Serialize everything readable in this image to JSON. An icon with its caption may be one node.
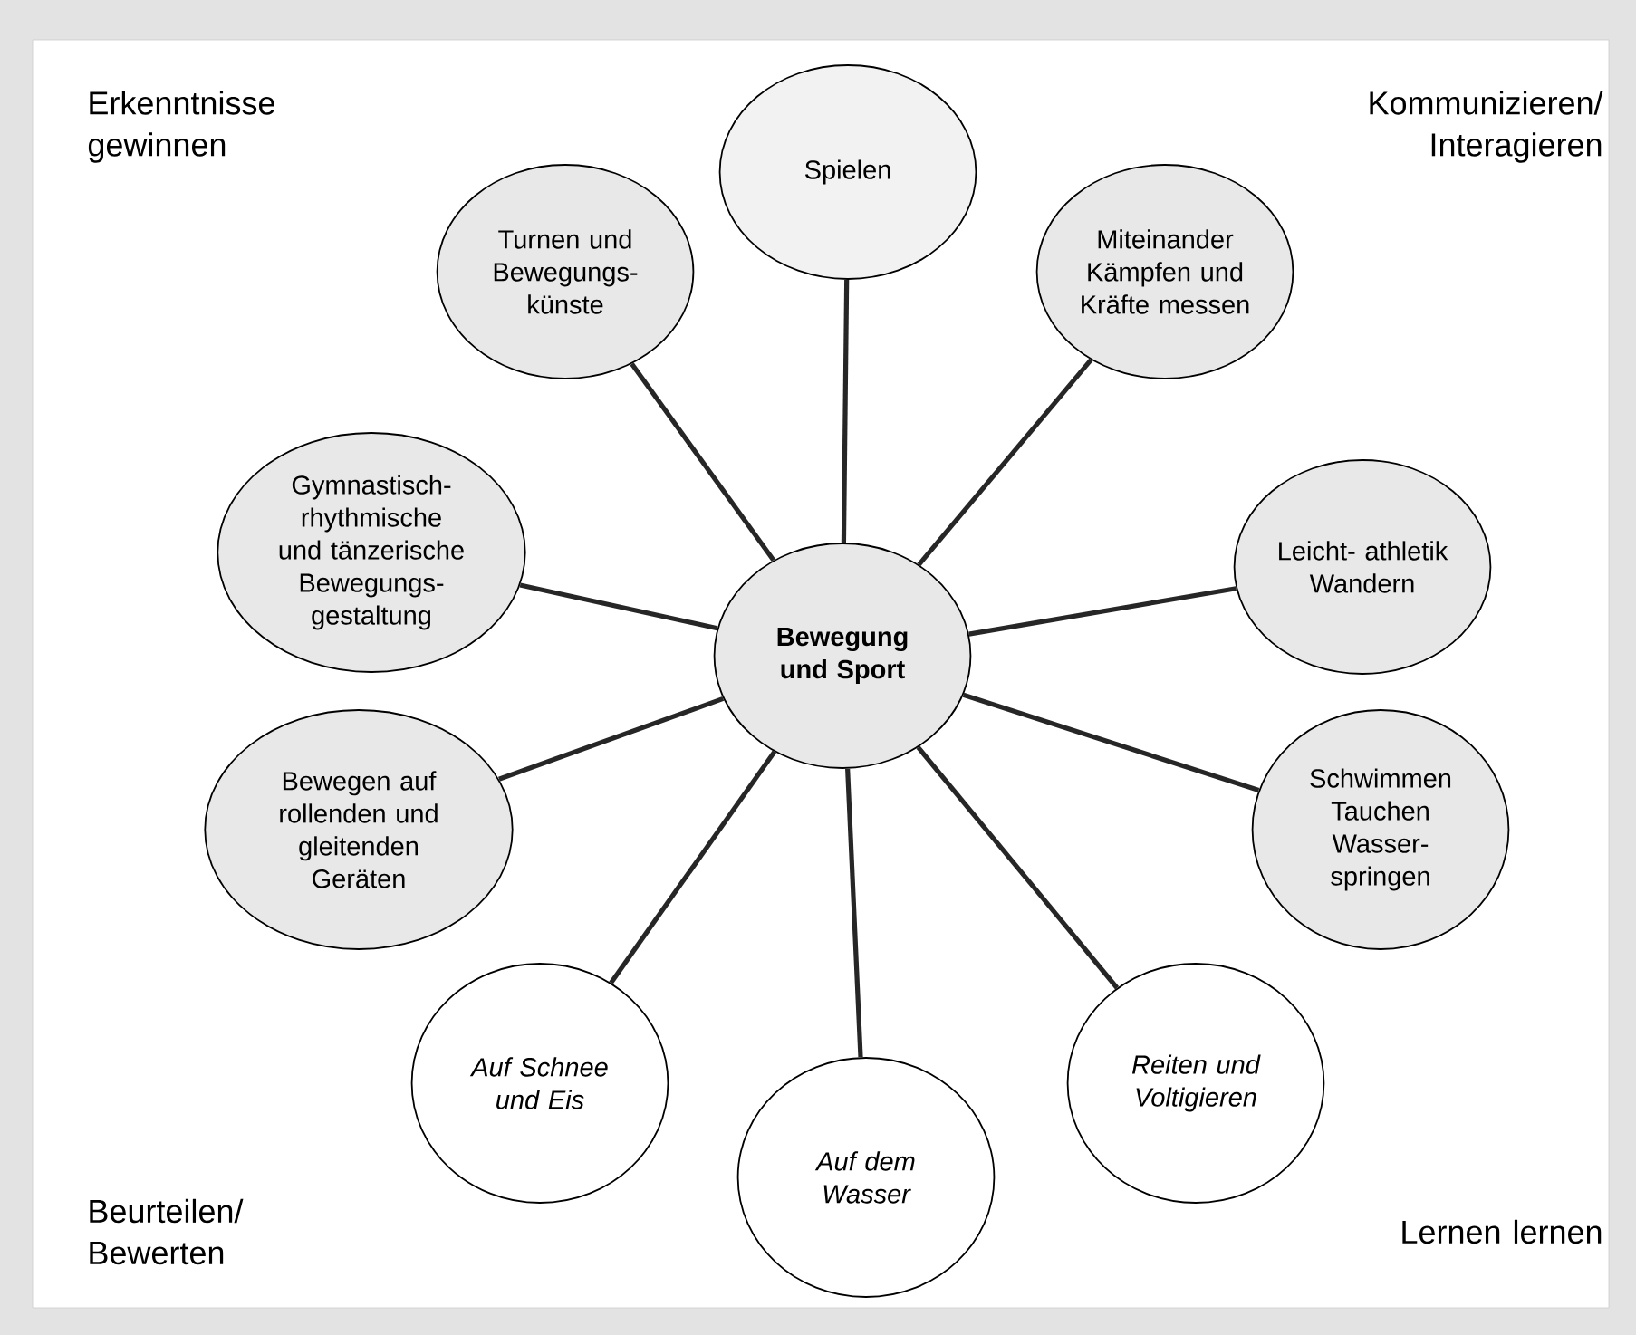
{
  "diagram": {
    "nodes": [
      {
        "text": [
          "Bewegung und Sport"
        ]
      },
      {
        "text": [
          "Spielen"
        ]
      },
      {
        "text": [
          "Turnen und Bewegungs- künste"
        ]
      },
      {
        "text": [
          "Miteinander Kämpfen und Kräfte messen"
        ]
      },
      {
        "text": [
          "Gymnastisch- rhythmische und tänzerische Bewegungs- gestaltung"
        ]
      },
      {
        "text": [
          "Leicht- athletik Wandern"
        ]
      },
      {
        "text": [
          "Bewegen auf rollenden und gleitenden Geräten"
        ]
      },
      {
        "text": [
          "Schwimmen Tauchen Wasser- springen"
        ]
      },
      {
        "text": [
          "Auf Schnee und Eis"
        ]
      },
      {
        "text": [
          "Auf dem Wasser"
        ]
      },
      {
        "text": [
          "Reiten und Voltigieren"
        ]
      }
    ],
    "edges": [
      {
        "from": 0,
        "to": 1,
        "arrow": "none"
      },
      {
        "from": 0,
        "to": 2,
        "arrow": "none"
      },
      {
        "from": 0,
        "to": 3,
        "arrow": "none"
      },
      {
        "from": 0,
        "to": 4,
        "arrow": "none"
      },
      {
        "from": 0,
        "to": 5,
        "arrow": "none"
      },
      {
        "from": 0,
        "to": 6,
        "arrow": "none"
      },
      {
        "from": 0,
        "to": 7,
        "arrow": "none"
      },
      {
        "from": 0,
        "to": 8,
        "arrow": "none"
      },
      {
        "from": 0,
        "to": 9,
        "arrow": "none"
      },
      {
        "from": 0,
        "to": 10,
        "arrow": "none"
      }
    ],
    "labels": [
      "Erkenntnisse gewinnen",
      "Kommunizieren/ Interagieren",
      "Beurteilen/ Bewerten",
      "Lernen lernen"
    ]
  }
}
